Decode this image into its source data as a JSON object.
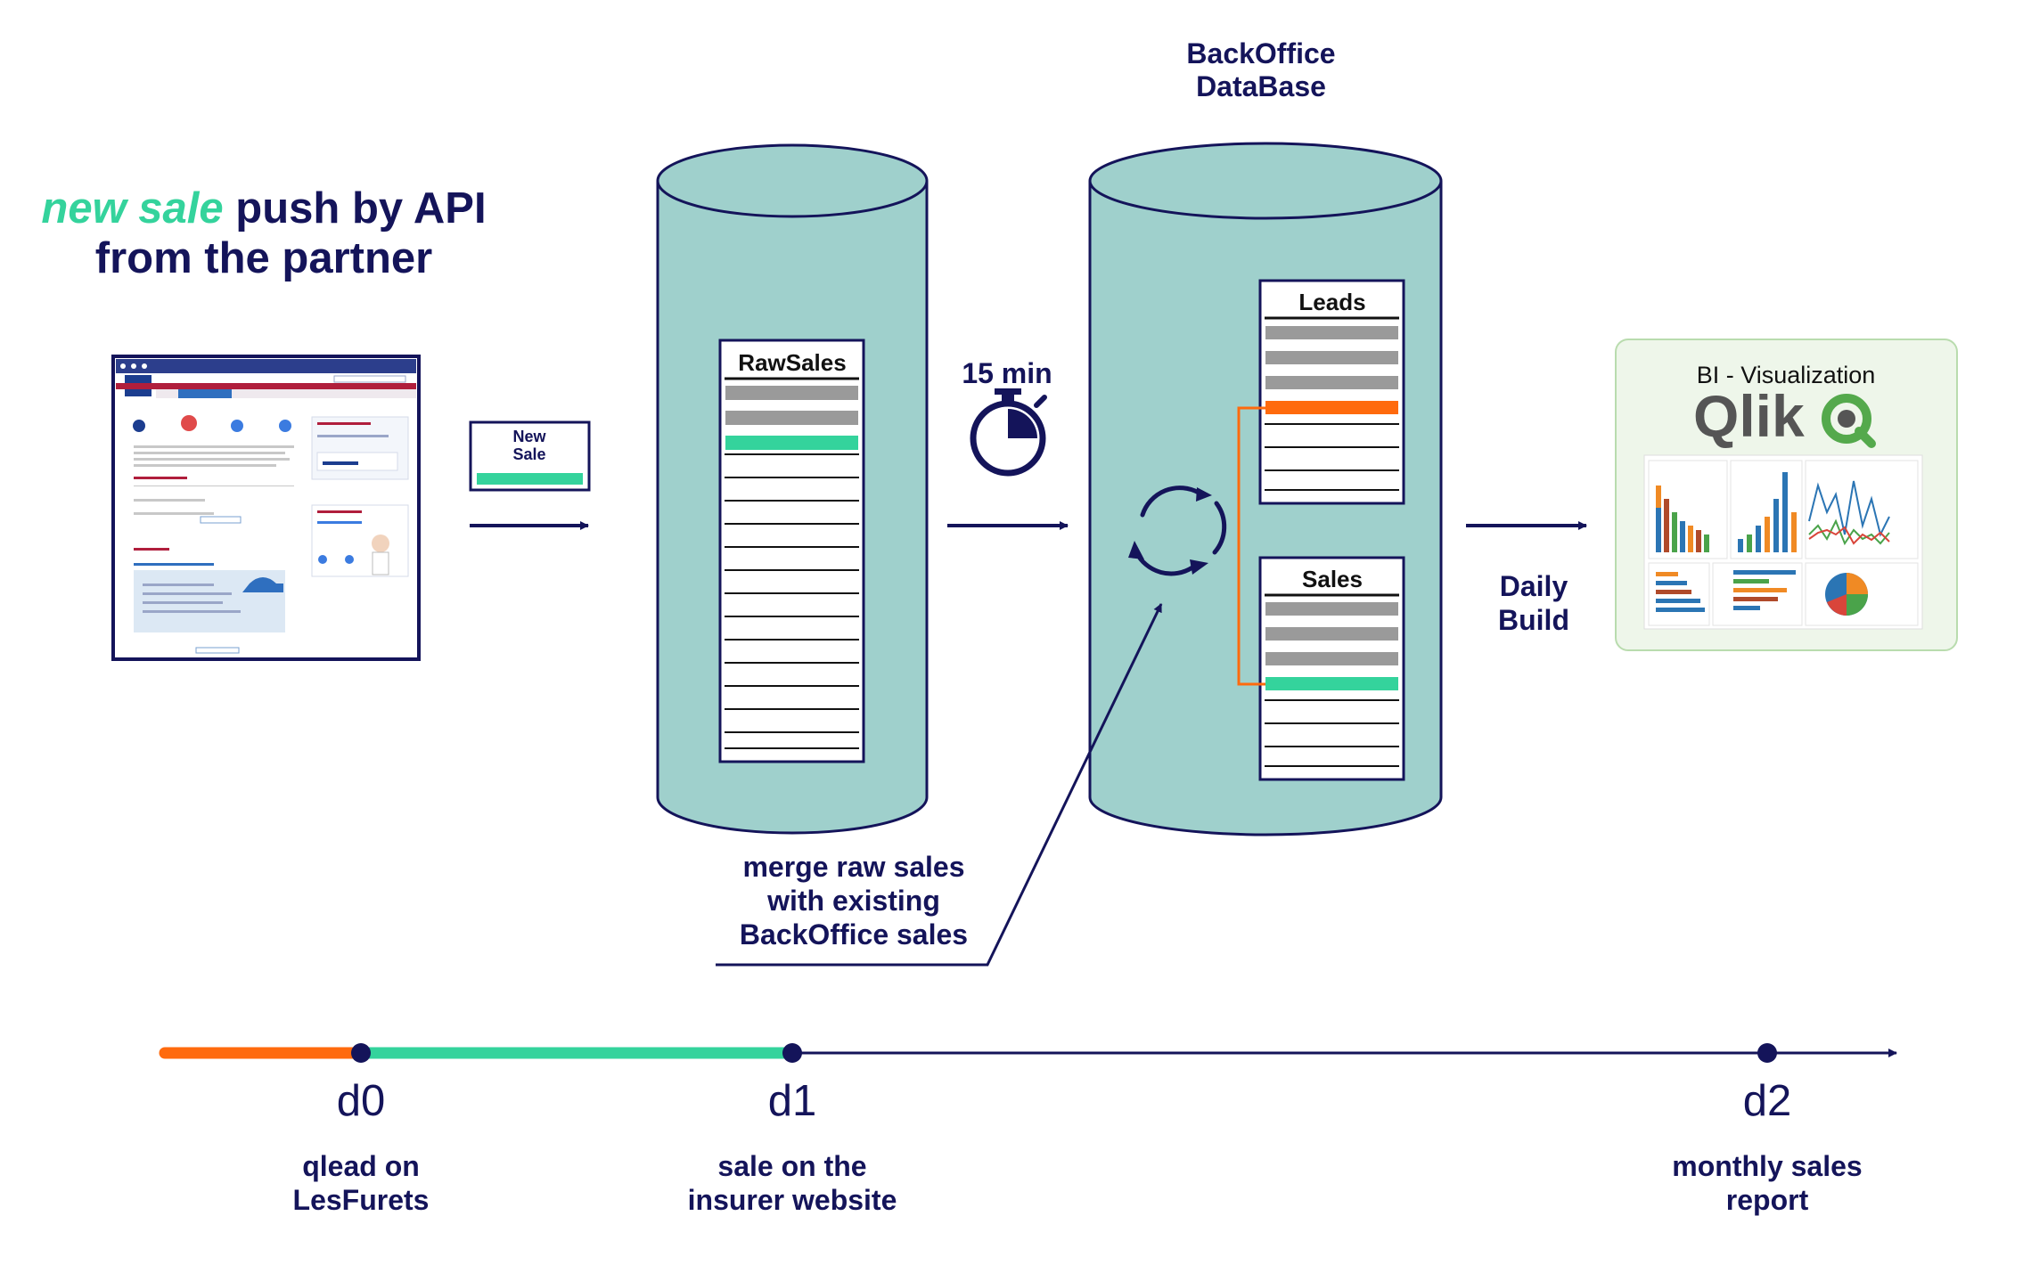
{
  "headline": {
    "accent": "new sale",
    "rest_line1": " push by API",
    "line2": "from the partner"
  },
  "new_sale_card": {
    "line1": "New",
    "line2": "Sale"
  },
  "timer_label": "15 min",
  "backoffice": {
    "line1": "BackOffice",
    "line2": "DataBase"
  },
  "tables": {
    "raw_sales": "RawSales",
    "leads": "Leads",
    "sales": "Sales"
  },
  "merge_note": {
    "line1": "merge raw sales",
    "line2": "with existing",
    "line3": "BackOffice sales"
  },
  "daily_build": {
    "line1": "Daily",
    "line2": "Build"
  },
  "bi": {
    "title": "BI - Visualization",
    "logo": "Qlik"
  },
  "timeline": {
    "milestones": [
      {
        "name": "d0",
        "line1": "qlead on",
        "line2": "LesFurets"
      },
      {
        "name": "d1",
        "line1": "sale on the",
        "line2": "insurer website"
      },
      {
        "name": "d2",
        "line1": "monthly sales",
        "line2": "report"
      }
    ]
  },
  "colors": {
    "navy": "#14145a",
    "teal": "#34d39c",
    "orange": "#ff6a0d",
    "cylinder": "#9fd0cc",
    "gray_row": "#9a9a9a",
    "bi_panel": "#eef6ea"
  }
}
